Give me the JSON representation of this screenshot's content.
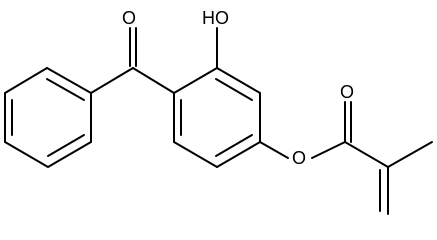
{
  "molecule": {
    "atoms": {
      "ketone_oxygen": "O",
      "hydroxyl": "HO",
      "ester_oxygen": "O",
      "carbonyl_oxygen": "O"
    },
    "colors": {
      "bond": "#000000",
      "background": "#ffffff"
    }
  }
}
